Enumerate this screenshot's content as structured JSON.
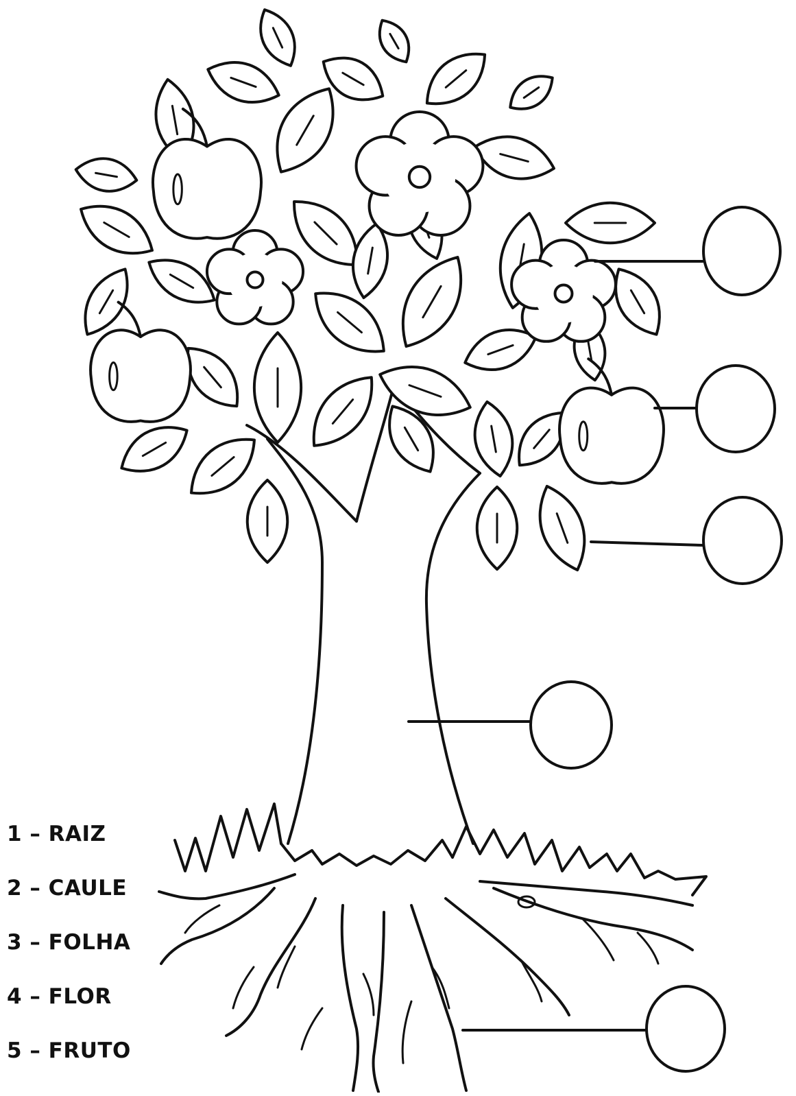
{
  "legend": {
    "items": [
      "1 – RAIZ",
      "2 – CAULE",
      "3 – FOLHA",
      "4 – FLOR",
      "5 – FRUTO"
    ]
  },
  "answer_circles": {
    "count": 5,
    "targets": [
      "flor",
      "fruto",
      "folha",
      "caule",
      "raiz"
    ]
  },
  "colors": {
    "ink": "#111111",
    "paper": "#ffffff"
  }
}
